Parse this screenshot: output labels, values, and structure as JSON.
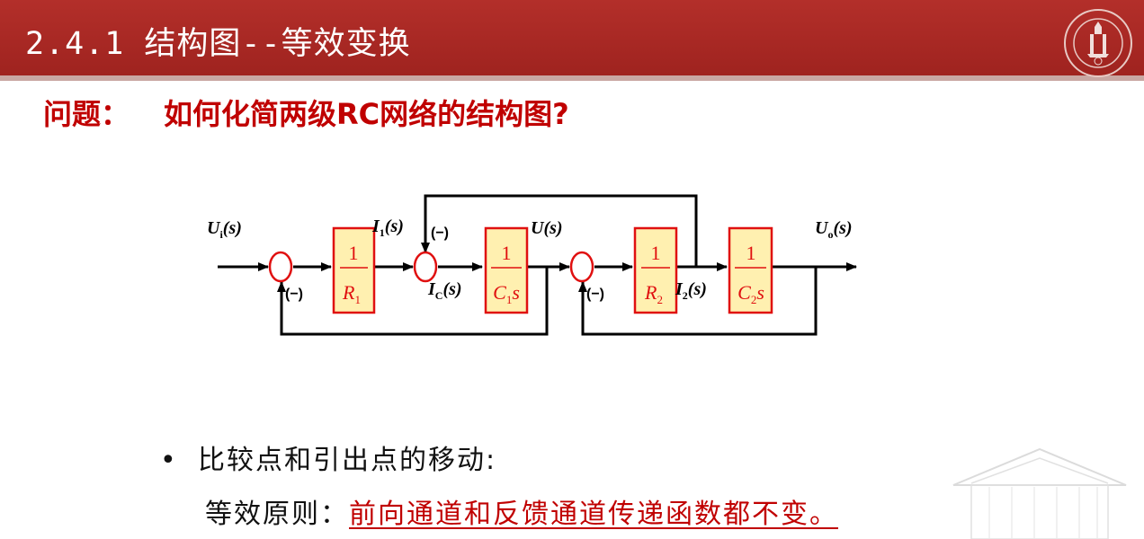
{
  "header": {
    "title": "2.4.1 结构图--等效变换",
    "bg_color": "#a82824"
  },
  "question": {
    "label": "问题：",
    "text": "如何化简两级RC网络的结构图?"
  },
  "diagram": {
    "signals": {
      "ui": "U",
      "ui_sub": "i",
      "i1": "I",
      "i1_sub": "1",
      "u": "U",
      "uo": "U",
      "uo_sub": "o",
      "ic": "I",
      "ic_sub": "C",
      "i2": "I",
      "i2_sub": "2",
      "arg": "(s)"
    },
    "minus": "(−)",
    "blocks": [
      {
        "num": "1",
        "den_var": "R",
        "den_sub": "1",
        "den_tail": ""
      },
      {
        "num": "1",
        "den_var": "C",
        "den_sub": "1",
        "den_tail": "s"
      },
      {
        "num": "1",
        "den_var": "R",
        "den_sub": "2",
        "den_tail": ""
      },
      {
        "num": "1",
        "den_var": "C",
        "den_sub": "2",
        "den_tail": "s"
      }
    ],
    "block_color": "#e01010",
    "block_fill": "#fff0b0",
    "summing_color": "#e01010"
  },
  "bullets": {
    "dot": "•",
    "item": "比较点和引出点的移动:",
    "rule_label": "等效原则：",
    "rule_text": "前向通道和反馈通道传递函数都不变。"
  }
}
